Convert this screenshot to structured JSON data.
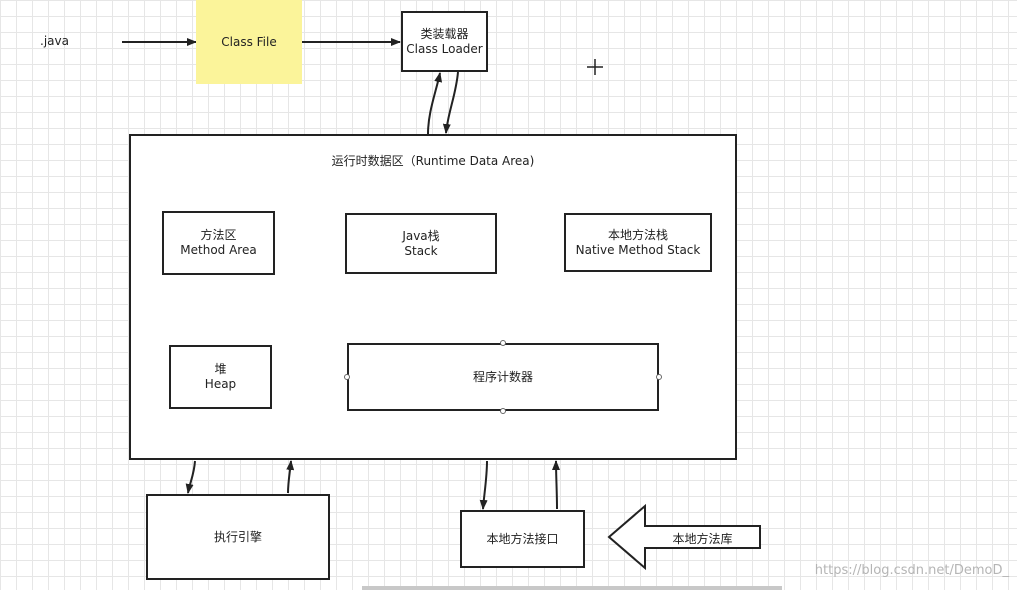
{
  "source_label": ".java",
  "class_file": "Class File",
  "class_loader": {
    "zh": "类装载器",
    "en": "Class Loader"
  },
  "runtime_area": {
    "title": "运行时数据区（Runtime Data Area)",
    "method_area": {
      "zh": "方法区",
      "en": "Method Area"
    },
    "java_stack": {
      "zh": "Java栈",
      "en": "Stack"
    },
    "native_stack": {
      "zh": "本地方法栈",
      "en": "Native Method Stack"
    },
    "heap": {
      "zh": "堆",
      "en": "Heap"
    },
    "pc_register": "程序计数器"
  },
  "execution_engine": "执行引擎",
  "native_interface": "本地方法接口",
  "native_library": "本地方法库",
  "watermark": "https://blog.csdn.net/DemoD_",
  "colors": {
    "note": "#fbf49a",
    "stroke": "#222222",
    "grid": "#e6e6e6"
  }
}
